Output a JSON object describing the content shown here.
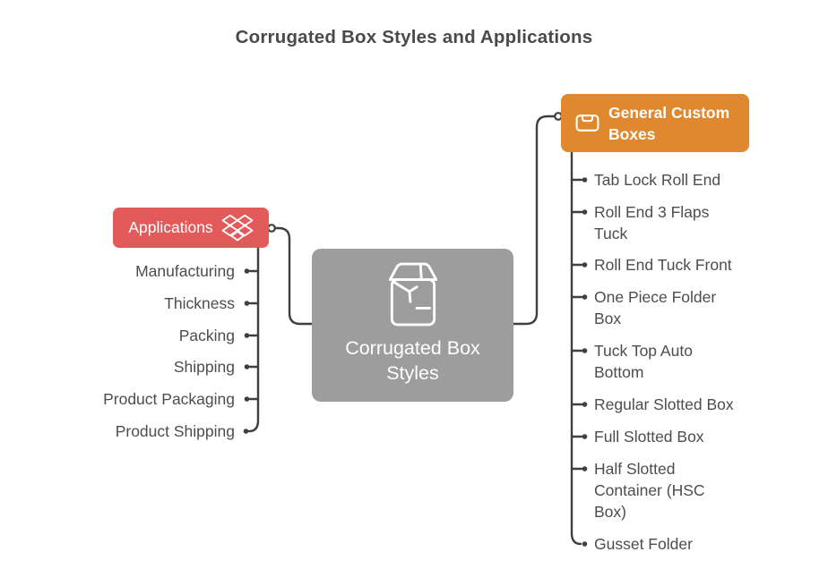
{
  "title": "Corrugated Box Styles and Applications",
  "center_node": {
    "label": "Corrugated Box Styles",
    "icon": "package-box-icon",
    "color": "#9d9d9d"
  },
  "left_branch": {
    "label": "Applications",
    "icon": "dropbox-icon",
    "color": "#e25a5a",
    "children": [
      "Manufacturing",
      "Thickness",
      "Packing",
      "Shipping",
      "Product Packaging",
      "Product Shipping"
    ]
  },
  "right_branch": {
    "label": "General Custom Boxes",
    "icon": "inbox-tray-icon",
    "color": "#e0882d",
    "children": [
      "Tab Lock Roll End",
      "Roll End 3 Flaps\nTuck",
      "Roll End Tuck Front",
      "One Piece Folder\nBox",
      "Tuck Top Auto\nBottom",
      "Regular Slotted Box",
      "Full Slotted Box",
      "Half Slotted\nContainer (HSC\nBox)",
      "Gusset Folder"
    ]
  },
  "colors": {
    "connector": "#3f3f3f",
    "item_text": "#4d4d4d",
    "title_text": "#4a4a4a",
    "background": "#ffffff"
  }
}
